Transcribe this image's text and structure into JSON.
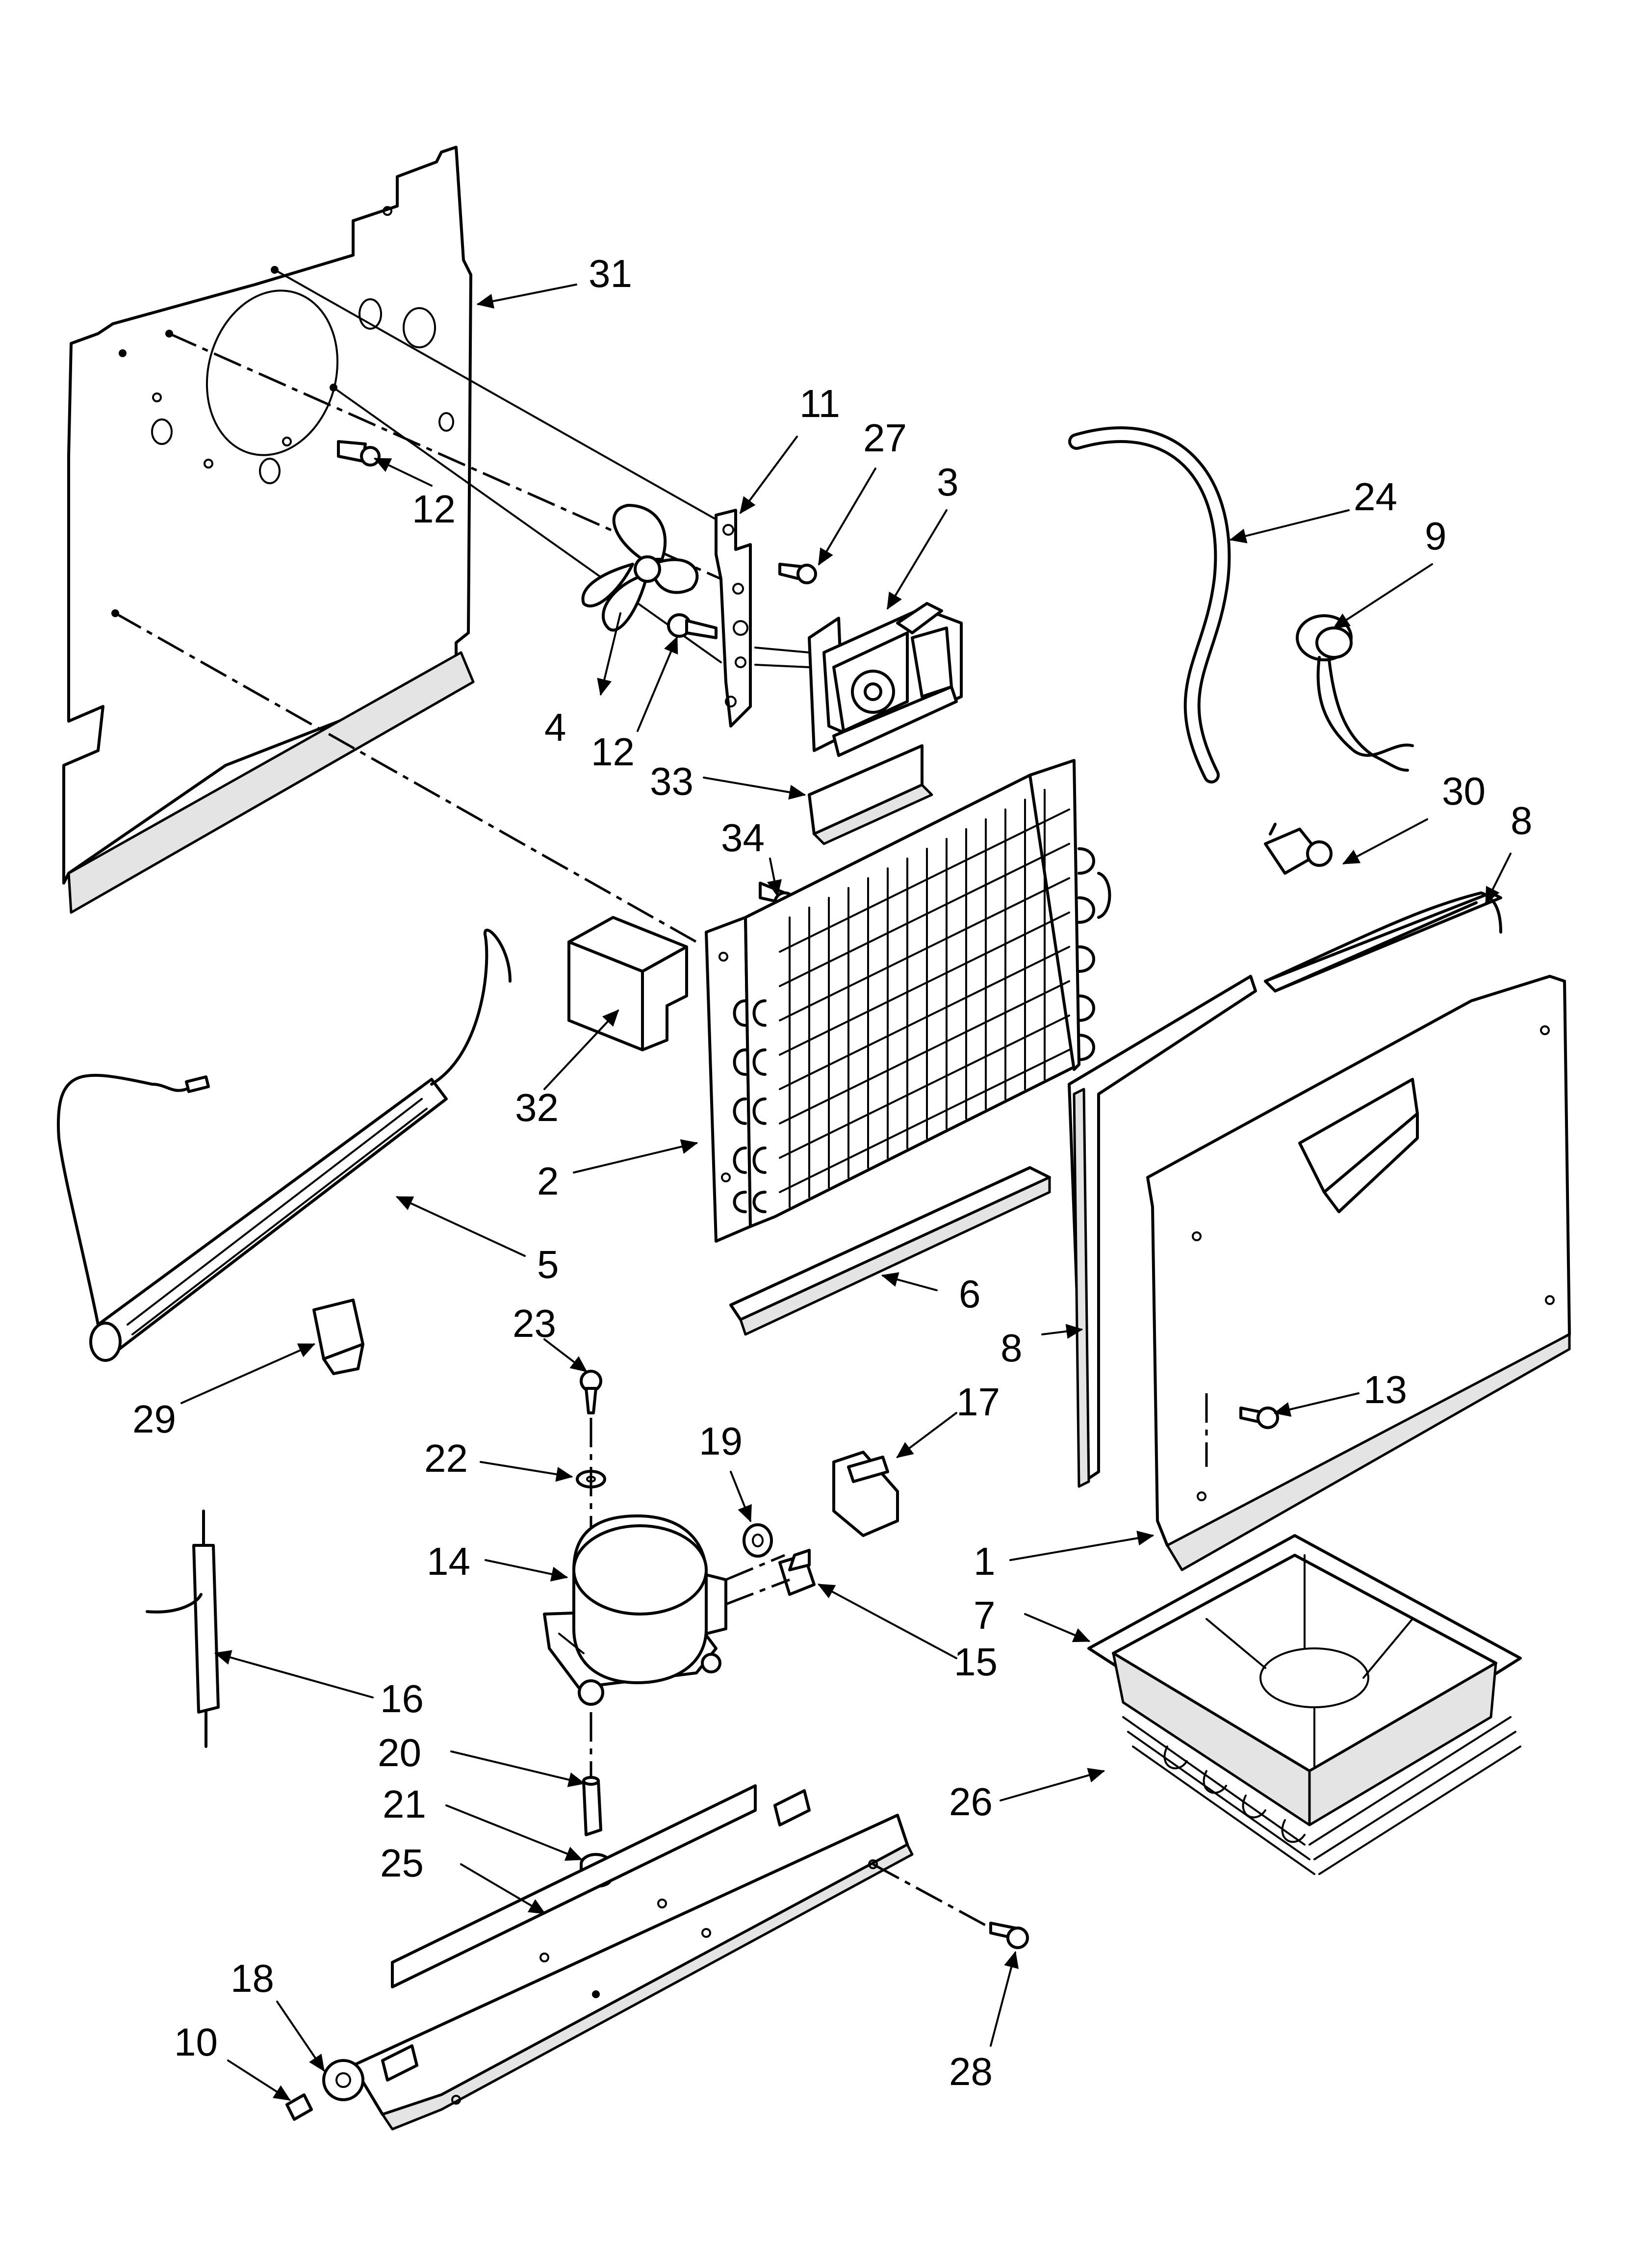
{
  "diagram": {
    "callouts": [
      {
        "id": "c31",
        "text": "31"
      },
      {
        "id": "c11",
        "text": "11"
      },
      {
        "id": "c27",
        "text": "27"
      },
      {
        "id": "c3",
        "text": "3"
      },
      {
        "id": "c24",
        "text": "24"
      },
      {
        "id": "c9",
        "text": "9"
      },
      {
        "id": "c12a",
        "text": "12"
      },
      {
        "id": "c12b",
        "text": "12"
      },
      {
        "id": "c4",
        "text": "4"
      },
      {
        "id": "c33",
        "text": "33"
      },
      {
        "id": "c30",
        "text": "30"
      },
      {
        "id": "c8a",
        "text": "8"
      },
      {
        "id": "c34",
        "text": "34"
      },
      {
        "id": "c32",
        "text": "32"
      },
      {
        "id": "c2",
        "text": "2"
      },
      {
        "id": "c5",
        "text": "5"
      },
      {
        "id": "c6",
        "text": "6"
      },
      {
        "id": "c23",
        "text": "23"
      },
      {
        "id": "c8b",
        "text": "8"
      },
      {
        "id": "c13",
        "text": "13"
      },
      {
        "id": "c29",
        "text": "29"
      },
      {
        "id": "c17",
        "text": "17"
      },
      {
        "id": "c22",
        "text": "22"
      },
      {
        "id": "c19",
        "text": "19"
      },
      {
        "id": "c14",
        "text": "14"
      },
      {
        "id": "c1",
        "text": "1"
      },
      {
        "id": "c7",
        "text": "7"
      },
      {
        "id": "c15",
        "text": "15"
      },
      {
        "id": "c16",
        "text": "16"
      },
      {
        "id": "c20",
        "text": "20"
      },
      {
        "id": "c26",
        "text": "26"
      },
      {
        "id": "c21",
        "text": "21"
      },
      {
        "id": "c25",
        "text": "25"
      },
      {
        "id": "c18",
        "text": "18"
      },
      {
        "id": "c10",
        "text": "10"
      },
      {
        "id": "c28",
        "text": "28"
      }
    ]
  }
}
